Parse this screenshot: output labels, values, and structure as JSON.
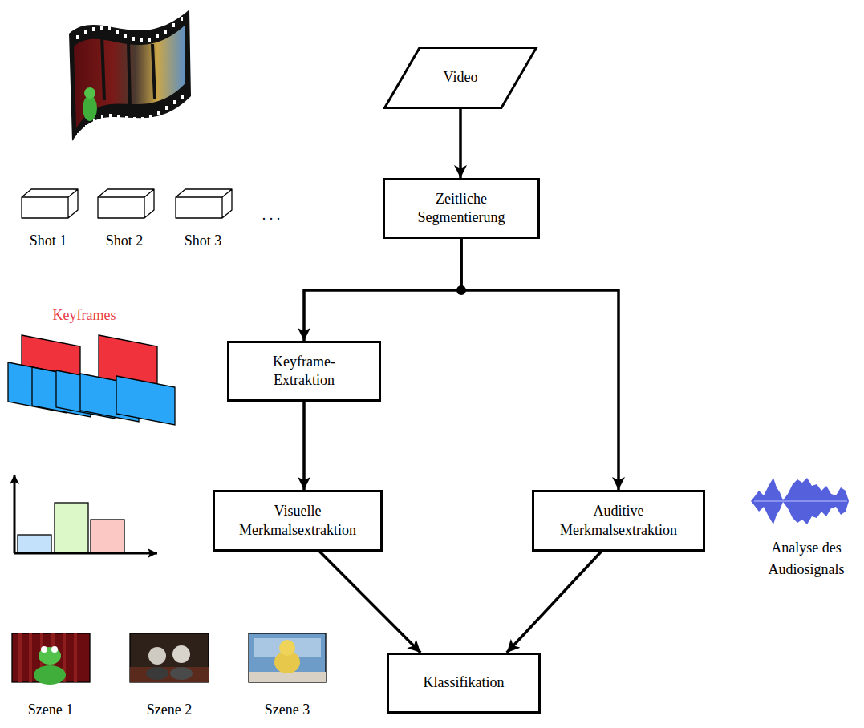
{
  "diagram": {
    "nodes": [
      {
        "text": [
          "Video"
        ]
      },
      {
        "text": [
          "Zeitliche Segmentierung"
        ]
      },
      {
        "text": [
          "Keyframe- Extraktion"
        ]
      },
      {
        "text": [
          "Visuelle Merkmalsextraktion"
        ]
      },
      {
        "text": [
          "Auditive Merkmalsextraktion"
        ]
      },
      {
        "text": [
          "Klassifikation"
        ]
      }
    ],
    "edges": [
      {
        "from": 0,
        "to": 1,
        "arrow": "to"
      },
      {
        "from": 1,
        "to": 2,
        "arrow": "to"
      },
      {
        "from": 1,
        "to": 4,
        "arrow": "to"
      },
      {
        "from": 2,
        "to": 3,
        "arrow": "to"
      },
      {
        "from": 3,
        "to": 5,
        "arrow": "to"
      },
      {
        "from": 4,
        "to": 5,
        "arrow": "to"
      }
    ],
    "labels": [
      "Shot 1",
      "Shot 2",
      "Shot 3",
      ". . .",
      "Keyframes",
      "Analyse des Audiosignals",
      "Szene 1",
      "Szene 2",
      "Szene 3"
    ]
  }
}
